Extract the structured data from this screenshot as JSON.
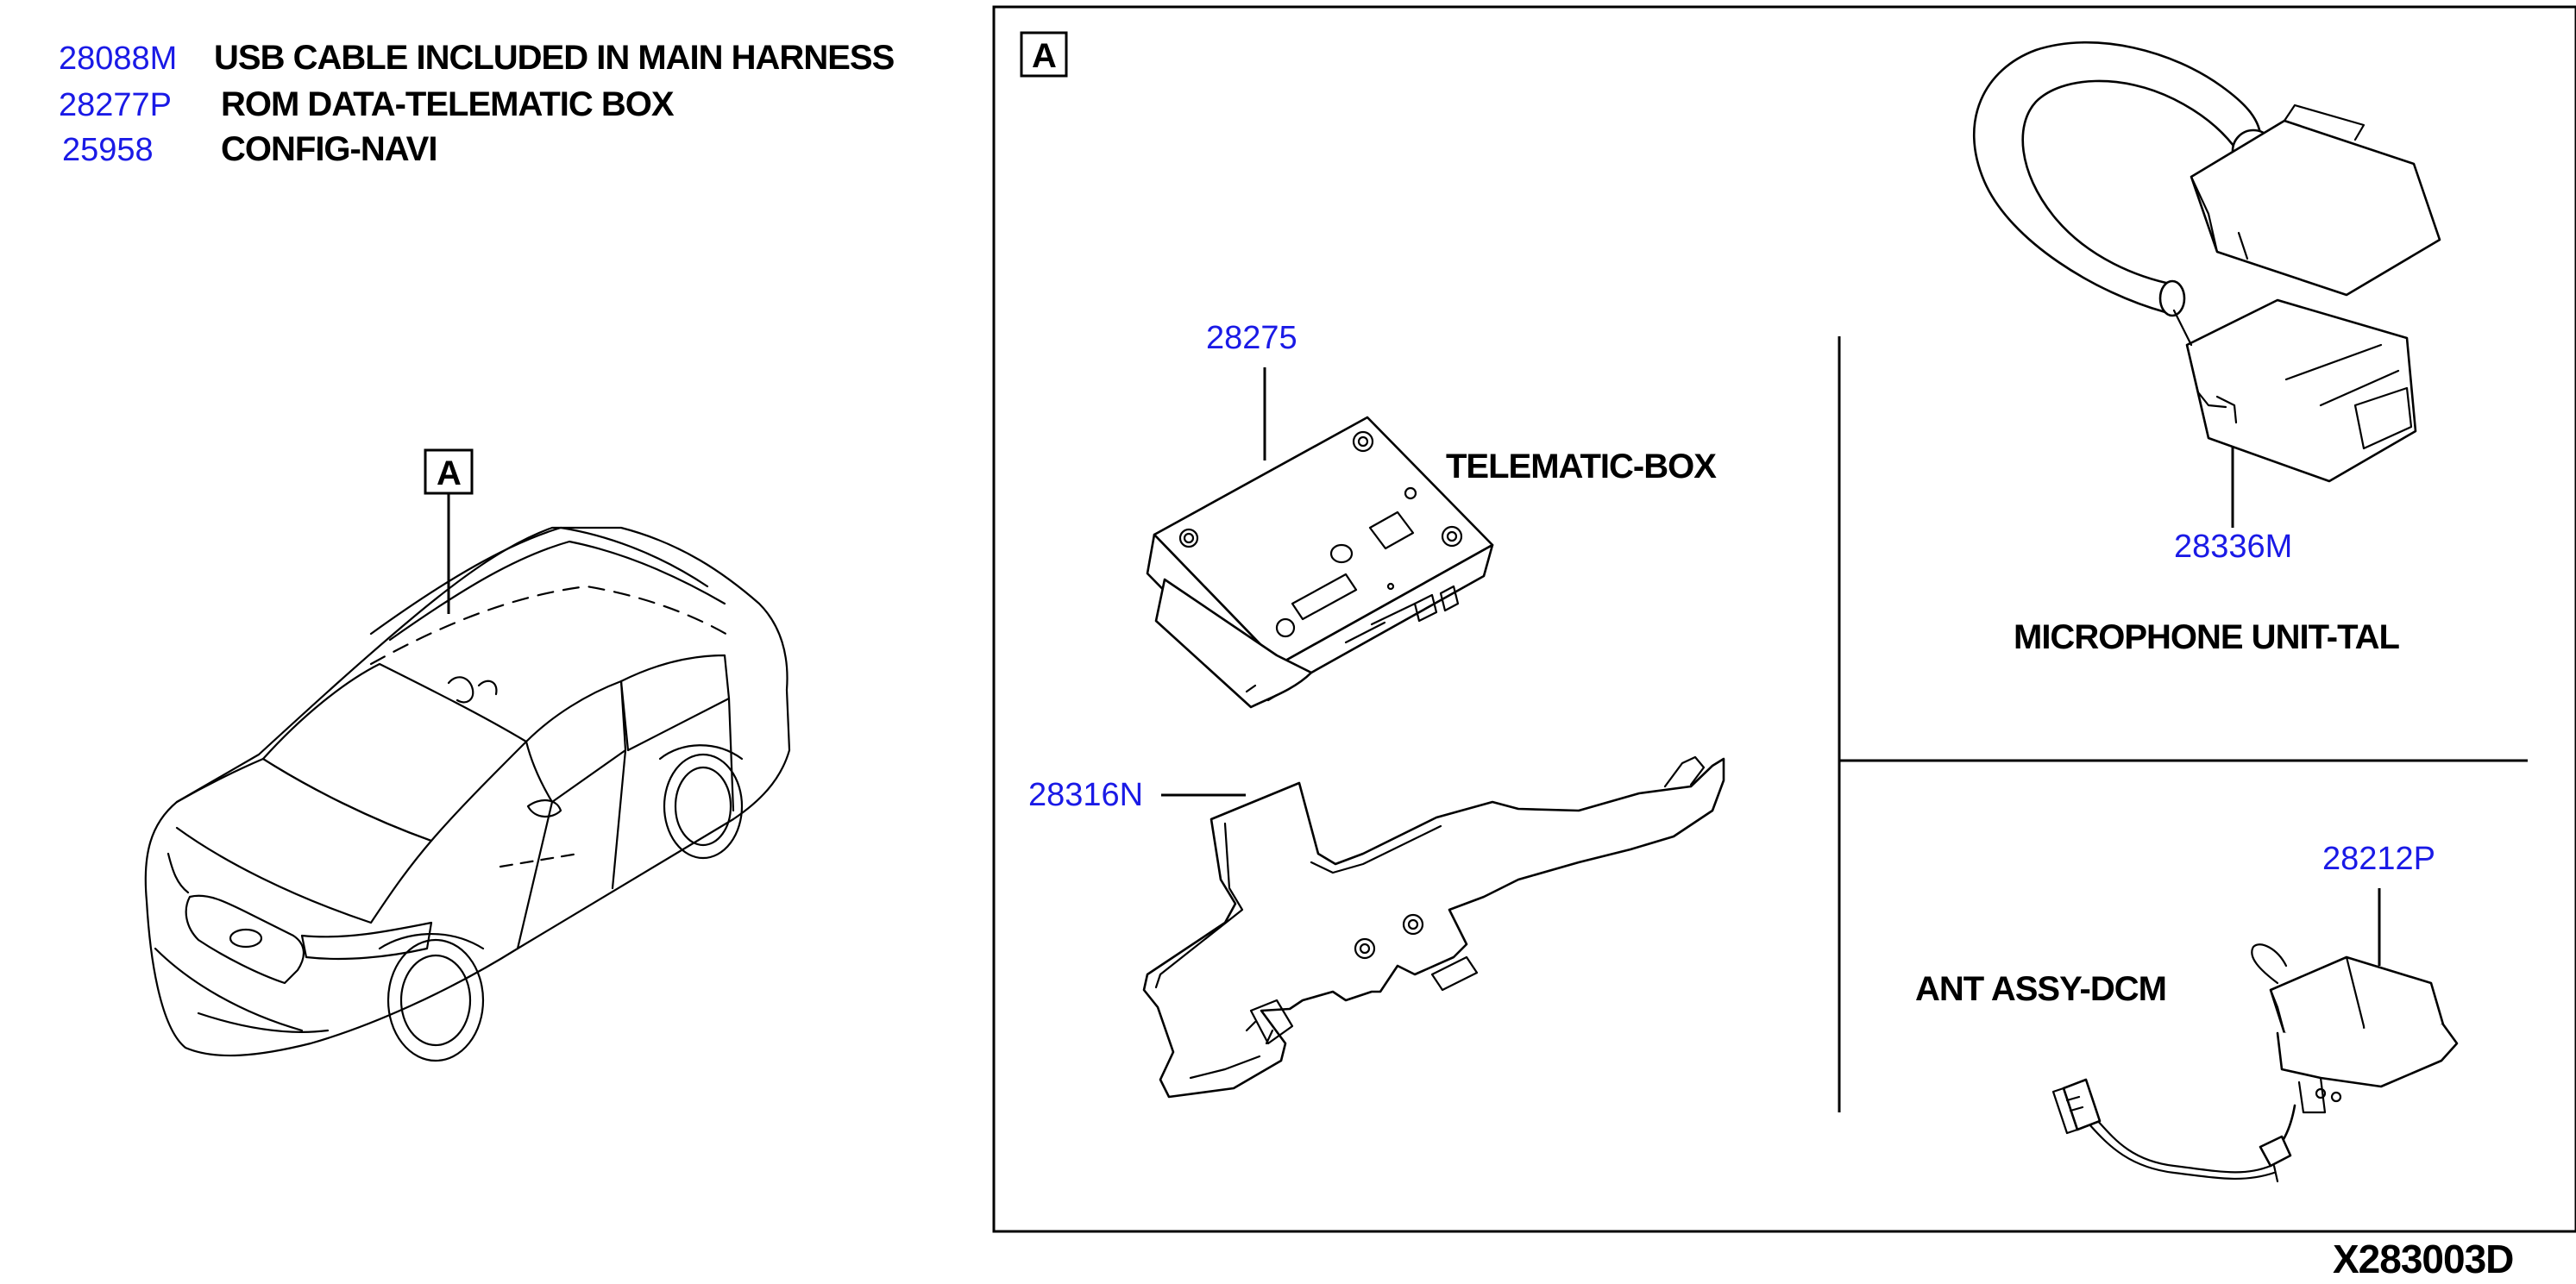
{
  "legend": [
    {
      "part_no": "28088M",
      "description": "USB CABLE INCLUDED IN MAIN HARNESS"
    },
    {
      "part_no": "28277P",
      "description": "ROM DATA-TELEMATIC BOX"
    },
    {
      "part_no": "25958",
      "description": "CONFIG-NAVI"
    }
  ],
  "callouts": {
    "vehicle_ref": "A",
    "panel_ref": "A"
  },
  "parts": {
    "telematic_box": {
      "part_no": "28275",
      "name": "TELEMATIC-BOX"
    },
    "bracket": {
      "part_no": "28316N"
    },
    "microphone": {
      "part_no": "28336M",
      "name": "MICROPHONE UNIT-TAL"
    },
    "antenna": {
      "part_no": "28212P",
      "name": "ANT ASSY-DCM"
    }
  },
  "diagram_code": "X283003D"
}
